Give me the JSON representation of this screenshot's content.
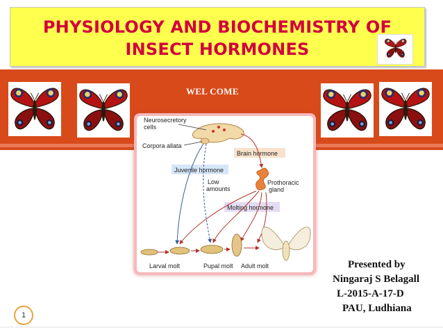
{
  "slide": {
    "title_line1": "PHYSIOLOGY AND BIOCHEMISTRY OF",
    "title_line2": "INSECT HORMONES",
    "welcome": "WEL COME",
    "page_number": "1"
  },
  "diagram": {
    "labels": {
      "neurosecretory1": "Neurosecretory",
      "neurosecretory2": "cells",
      "corpora_allata": "Corpora allata",
      "brain_hormone": "Brain hormone",
      "juvenile_hormone": "Juvenile hormone",
      "low1": "Low",
      "low2": "amounts",
      "prothoracic1": "Prothoracic",
      "prothoracic2": "gland",
      "molting_hormone": "Molting hormone",
      "larval_molt": "Larval molt",
      "pupal_molt": "Pupal molt",
      "adult_molt": "Adult molt"
    }
  },
  "presenter": {
    "line1": "Presented by",
    "line2": "Ningaraj S Belagall",
    "line3": "L-2015-A-17-D",
    "line4": "PAU, Ludhiana"
  },
  "colors": {
    "title_bg": "#ffff4d",
    "title_text": "#d2003f",
    "band": "#d94a1a",
    "label_box_blue": "#d6e6f7",
    "label_box_tan": "#f8e2cc",
    "label_box_lavender": "#e4dcf2"
  },
  "icons": [
    "peacock-butterfly-icon"
  ]
}
